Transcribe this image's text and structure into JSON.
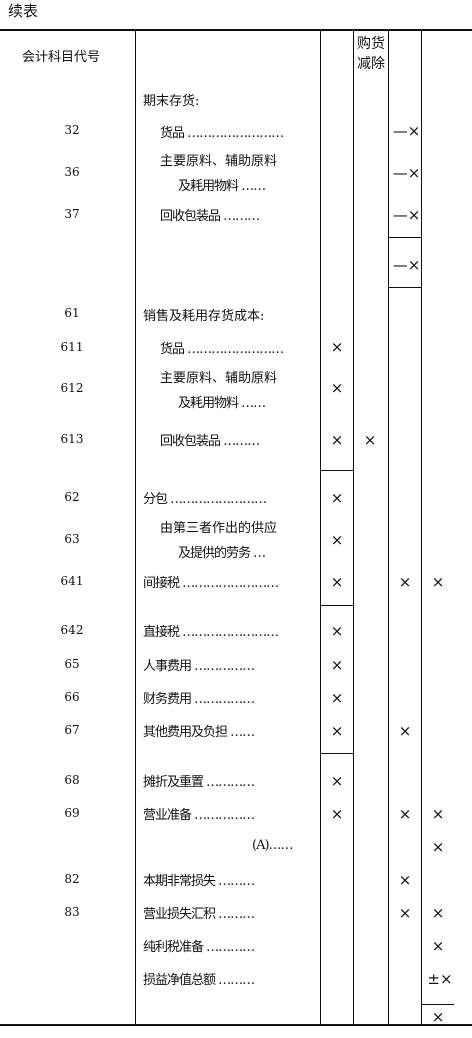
{
  "title": "续表",
  "header": {
    "code": "会计科目代号",
    "col2_line1": "购货",
    "col2_line2": "减除"
  },
  "section1": {
    "heading": "期末存货:"
  },
  "s1": [
    {
      "code": "32",
      "l1": "货品 ……………………"
    },
    {
      "code": "36",
      "l1": "主要原料、辅助原料",
      "l2": "及耗用物料 ……"
    },
    {
      "code": "37",
      "l1": "回收包装品 ………"
    }
  ],
  "marks_minus_x": "—×",
  "section2": {
    "heading": "销售及耗用存货成本:"
  },
  "s2": [
    {
      "code": "61"
    },
    {
      "code": "611",
      "l1": "货品 ……………………"
    },
    {
      "code": "612",
      "l1": "主要原料、辅助原料",
      "l2": "及耗用物料 ……"
    },
    {
      "code": "613",
      "l1": "回收包装品 ………"
    },
    {
      "code": "62",
      "l1": "分包 ……………………"
    },
    {
      "code": "63",
      "l1": "由第三者作出的供应",
      "l2": "及提供的劳务 …"
    },
    {
      "code": "641",
      "l1": "间接税 ……………………"
    },
    {
      "code": "642",
      "l1": "直接税 ……………………"
    },
    {
      "code": "65",
      "l1": "人事费用 ……………"
    },
    {
      "code": "66",
      "l1": "财务费用 ……………"
    },
    {
      "code": "67",
      "l1": "其他费用及负担 ……"
    },
    {
      "code": "68",
      "l1": "摊折及重置 …………"
    },
    {
      "code": "69",
      "l1": "营业准备 ……………"
    },
    {
      "l1": "(A)……"
    },
    {
      "code": "82",
      "l1": "本期非常损失 ………"
    },
    {
      "code": "83",
      "l1": "营业损失汇积 ………"
    },
    {
      "l1": "纯利税准备 …………"
    },
    {
      "l1": "损益净值总额 ………"
    }
  ],
  "x": "×",
  "pm_x": "±×"
}
